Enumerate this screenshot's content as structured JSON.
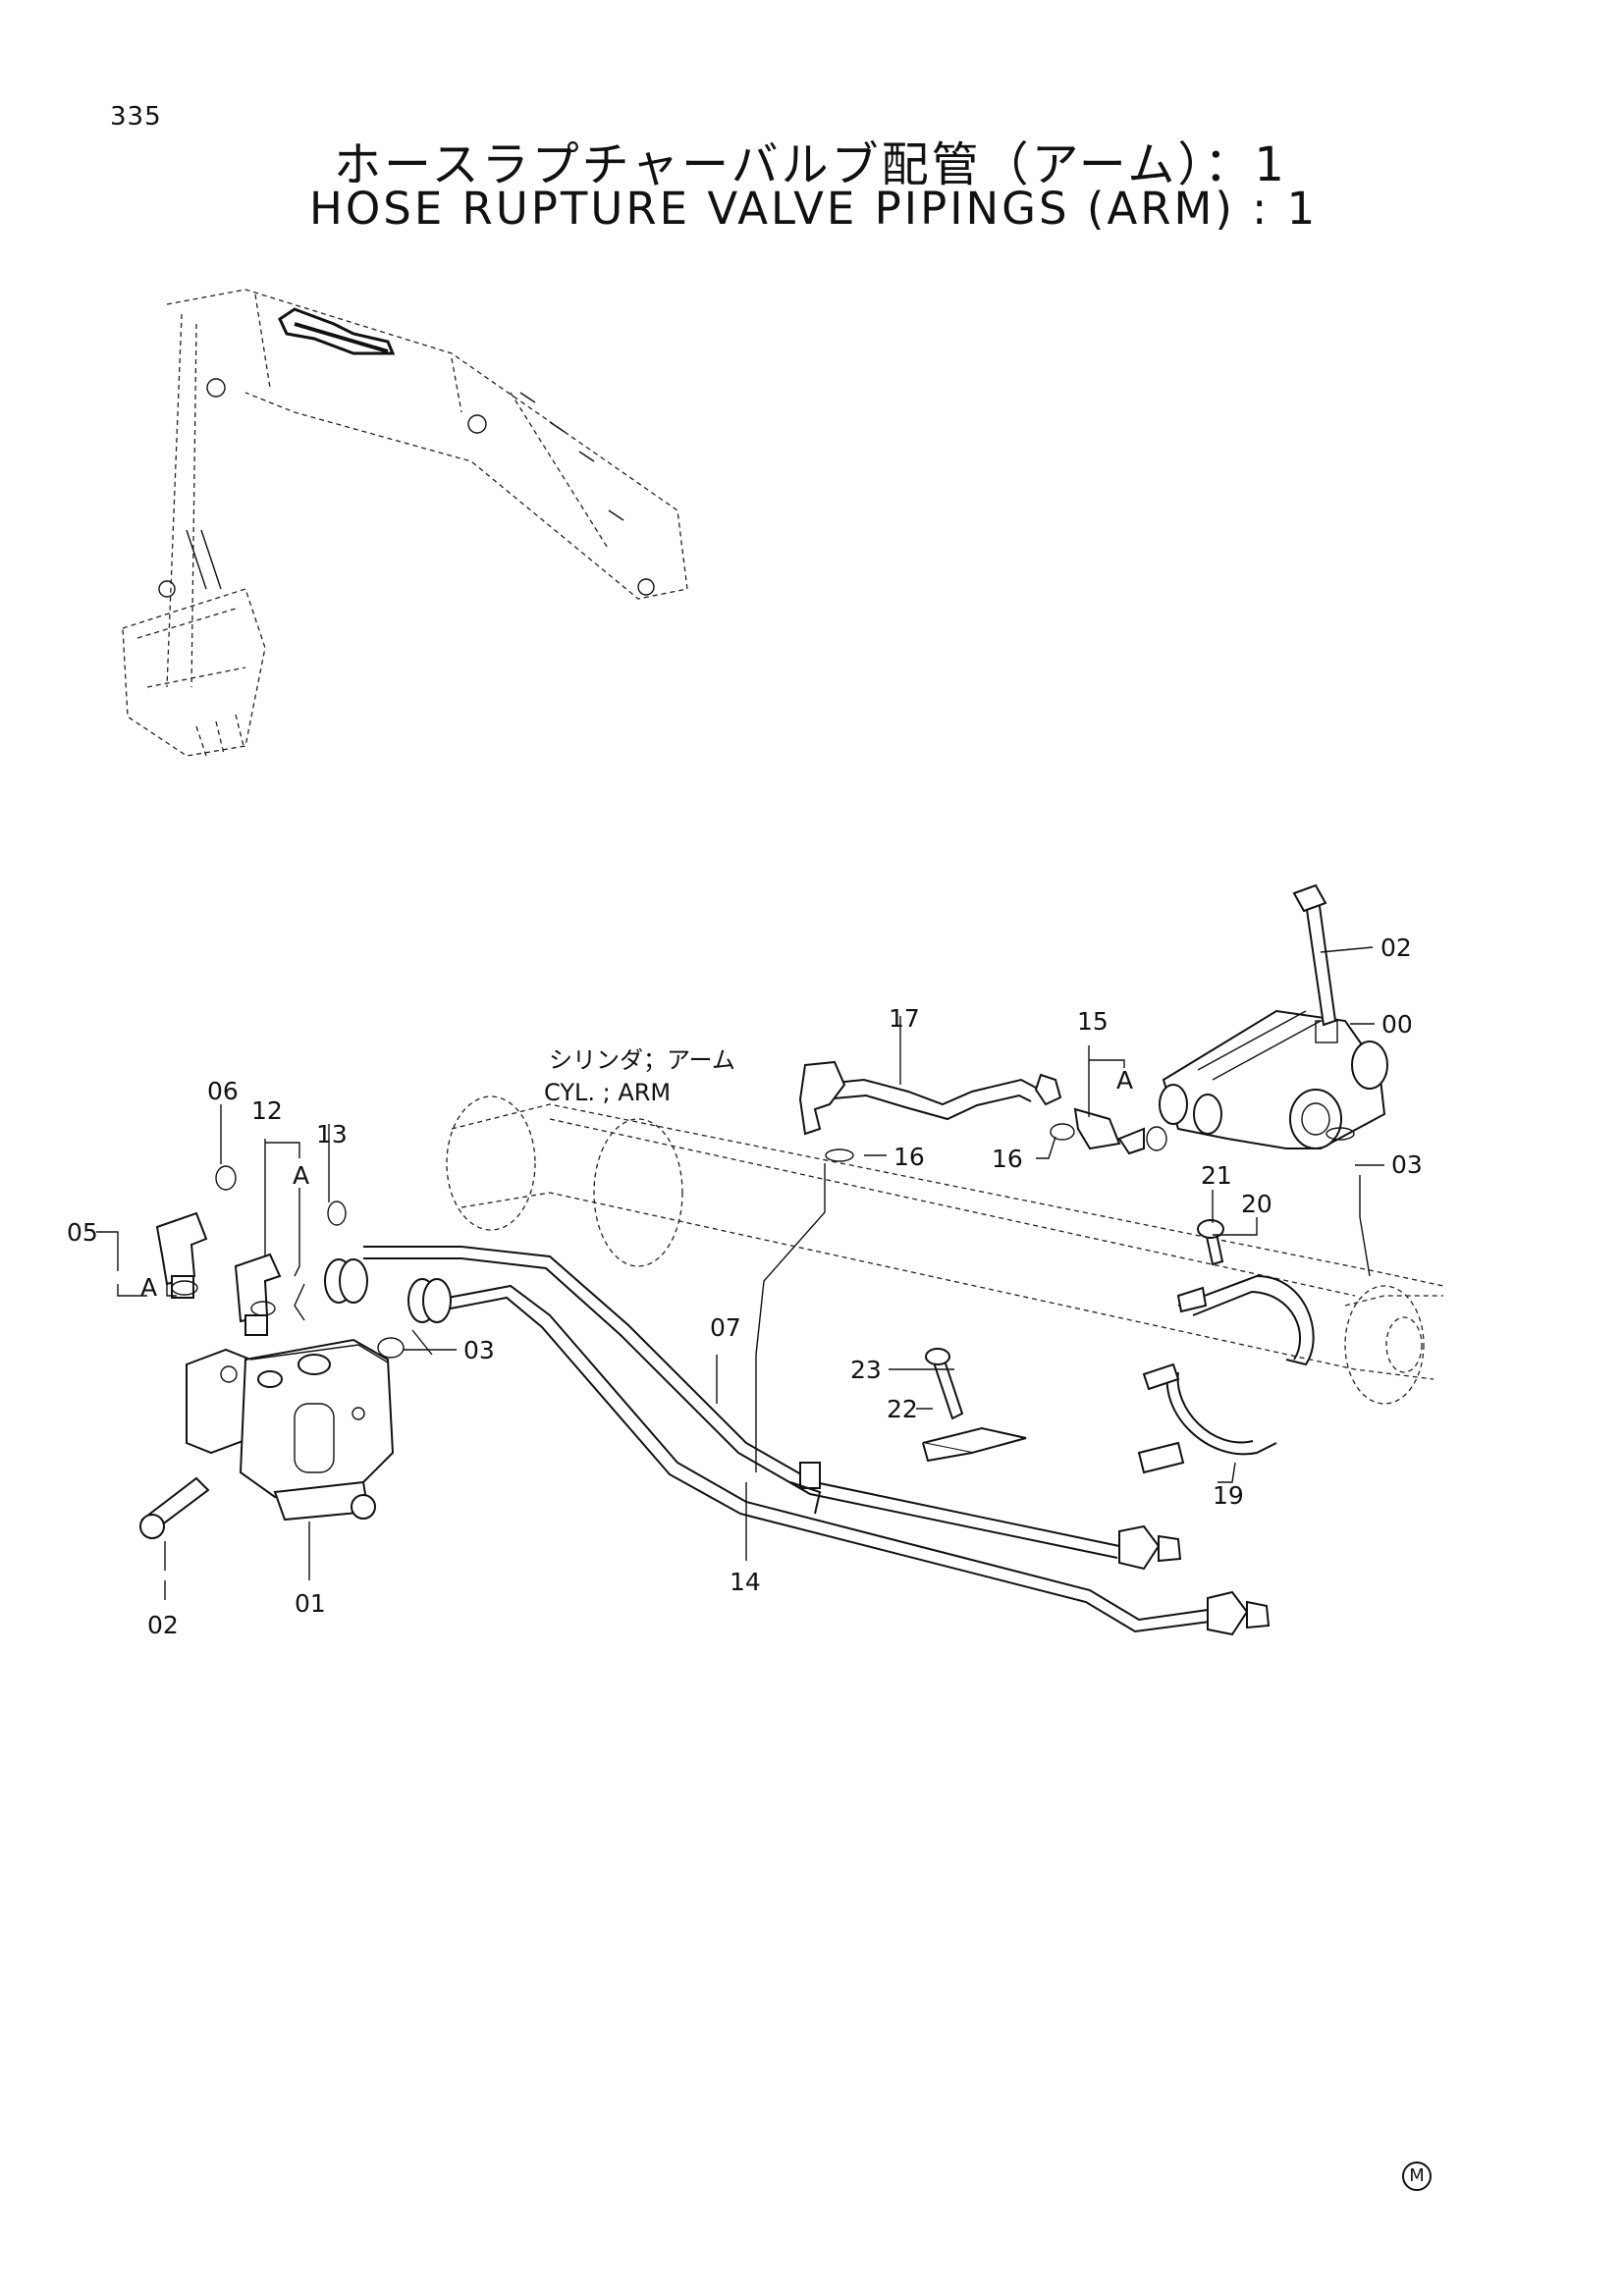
{
  "page_number": "335",
  "title_jp": "ホースラプチャーバルブ配管（アーム）：1",
  "title_en": "HOSE RUPTURE VALVE PIPINGS (ARM) : 1",
  "cylinder_label_jp": "シリンダ；アーム",
  "cylinder_label_en": "CYL. ; ARM",
  "corner_mark": "M",
  "callouts": {
    "c00": "00",
    "c01": "01",
    "c02a": "02",
    "c02b": "02",
    "c03a": "03",
    "c03b": "03",
    "c05": "05",
    "c06": "06",
    "c07": "07",
    "c12": "12",
    "c13": "13",
    "c14": "14",
    "c15": "15",
    "c16a": "16",
    "c16b": "16",
    "c17": "17",
    "c19": "19",
    "c20": "20",
    "c21": "21",
    "c22": "22",
    "c23": "23",
    "markA1": "A",
    "markA2": "A",
    "markA3": "A"
  }
}
